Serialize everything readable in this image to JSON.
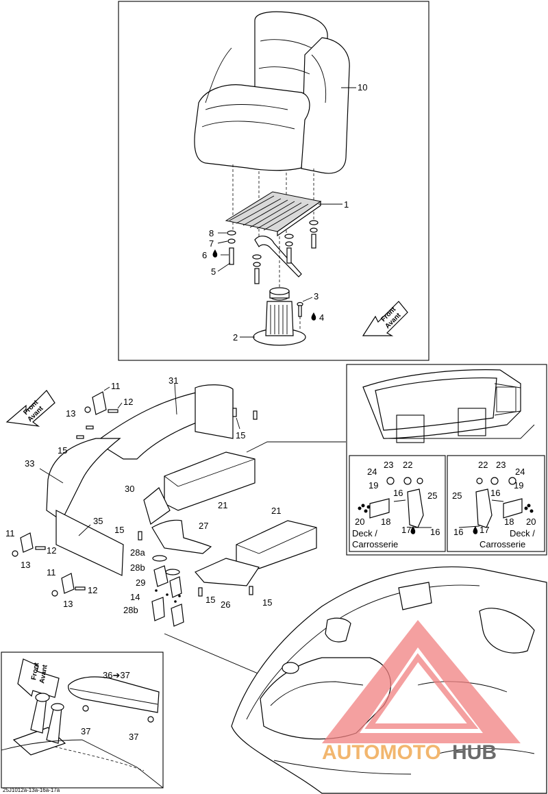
{
  "callouts": {
    "c10": "10",
    "c1": "1",
    "c8": "8",
    "c7": "7",
    "c6": "6",
    "c5": "5",
    "c3": "3",
    "c4": "4",
    "c2": "2",
    "c11a": "11",
    "c12a": "12",
    "c13a": "13",
    "c31": "31",
    "c15a": "15",
    "c15b": "15",
    "c33": "33",
    "c30": "30",
    "c21a": "21",
    "c21b": "21",
    "c35": "35",
    "c15c": "15",
    "c27": "27",
    "c11b": "11",
    "c12b": "12",
    "c13b": "13",
    "c11c": "11",
    "c12c": "12",
    "c13c": "13",
    "c28a": "28a",
    "c28b1": "28b",
    "c29": "29",
    "c14": "14",
    "c28b2": "28b",
    "c15d": "15",
    "c26": "26",
    "c15e": "15",
    "c36_37": "36➔37",
    "c37a": "37",
    "c37b": "37",
    "d24": "24",
    "d23": "23",
    "d22": "22",
    "d19": "19",
    "d16a": "16",
    "d25": "25",
    "d20": "20",
    "d18": "18",
    "d17": "17",
    "d16b": "16",
    "e22": "22",
    "e23": "23",
    "e24": "24",
    "e25": "25",
    "e16a": "16",
    "e19": "19",
    "e18": "18",
    "e20": "20",
    "e16b": "16",
    "e17": "17"
  },
  "deck_label": {
    "line1": "Deck /",
    "line2": "Carrosserie"
  },
  "front_arrow": {
    "line1": "Front",
    "line2": "Avant"
  },
  "reference_code": "25J1012a-13a-16a-17a",
  "watermark": {
    "part1": "AUTOMOTO",
    "part2": "HUB"
  },
  "colors": {
    "watermark_triangle": "#f08080",
    "watermark_text_orange": "#f2b66e",
    "watermark_text_gray": "#6a6a6a"
  }
}
